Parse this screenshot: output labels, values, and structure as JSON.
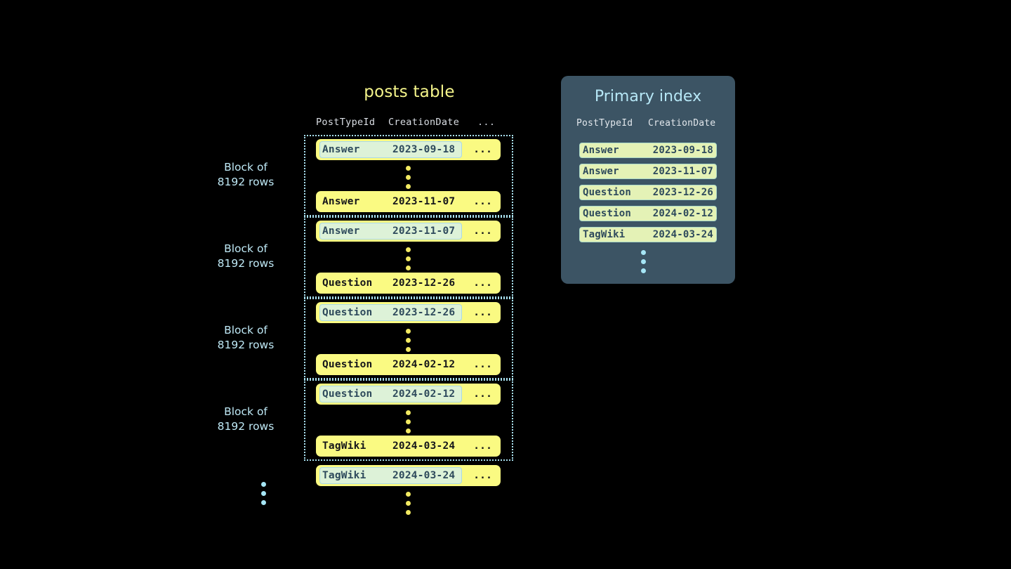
{
  "background": "#000000",
  "colors": {
    "accent_yellow": "#fafa82",
    "title_yellow": "#f4f48a",
    "accent_blue": "#a9e0ef",
    "highlight_bg": "#ddf2d8",
    "highlight_border": "#aad9e8",
    "panel_bg": "#3c5464",
    "panel_title": "#b6e7f6",
    "index_chip_bg": "#e4f2b6",
    "index_chip_border": "#aad9c9",
    "dark_text": "#15161a",
    "slate_text": "#2e4a5c"
  },
  "posts_table": {
    "title": "posts table",
    "columns": [
      "PostTypeId",
      "CreationDate",
      "..."
    ],
    "row_tail": "...",
    "blocks": [
      {
        "label_line1": "Block of",
        "label_line2": "8192 rows",
        "first_row": {
          "type": "Answer",
          "date": "2023-09-18",
          "highlighted": true
        },
        "last_row": {
          "type": "Answer",
          "date": "2023-11-07",
          "highlighted": false
        }
      },
      {
        "label_line1": "Block of",
        "label_line2": "8192 rows",
        "first_row": {
          "type": "Answer",
          "date": "2023-11-07",
          "highlighted": true
        },
        "last_row": {
          "type": "Question",
          "date": "2023-12-26",
          "highlighted": false
        }
      },
      {
        "label_line1": "Block of",
        "label_line2": "8192 rows",
        "first_row": {
          "type": "Question",
          "date": "2023-12-26",
          "highlighted": true
        },
        "last_row": {
          "type": "Question",
          "date": "2024-02-12",
          "highlighted": false
        }
      },
      {
        "label_line1": "Block of",
        "label_line2": "8192 rows",
        "first_row": {
          "type": "Question",
          "date": "2024-02-12",
          "highlighted": true
        },
        "last_row": {
          "type": "TagWiki",
          "date": "2024-03-24",
          "highlighted": false
        }
      }
    ],
    "trailing_row": {
      "type": "TagWiki",
      "date": "2024-03-24",
      "highlighted": true
    },
    "continuation_dots": {
      "count": 3,
      "color": "#f2ea62"
    },
    "left_continuation_dots": {
      "count": 3,
      "color": "#a6e6f6"
    }
  },
  "primary_index": {
    "title": "Primary index",
    "columns": [
      "PostTypeId",
      "CreationDate"
    ],
    "rows": [
      {
        "type": "Answer",
        "date": "2023-09-18"
      },
      {
        "type": "Answer",
        "date": "2023-11-07"
      },
      {
        "type": "Question",
        "date": "2023-12-26"
      },
      {
        "type": "Question",
        "date": "2024-02-12"
      },
      {
        "type": "TagWiki",
        "date": "2024-03-24"
      }
    ],
    "continuation_dots": {
      "count": 3,
      "color": "#a6e6f6"
    }
  }
}
